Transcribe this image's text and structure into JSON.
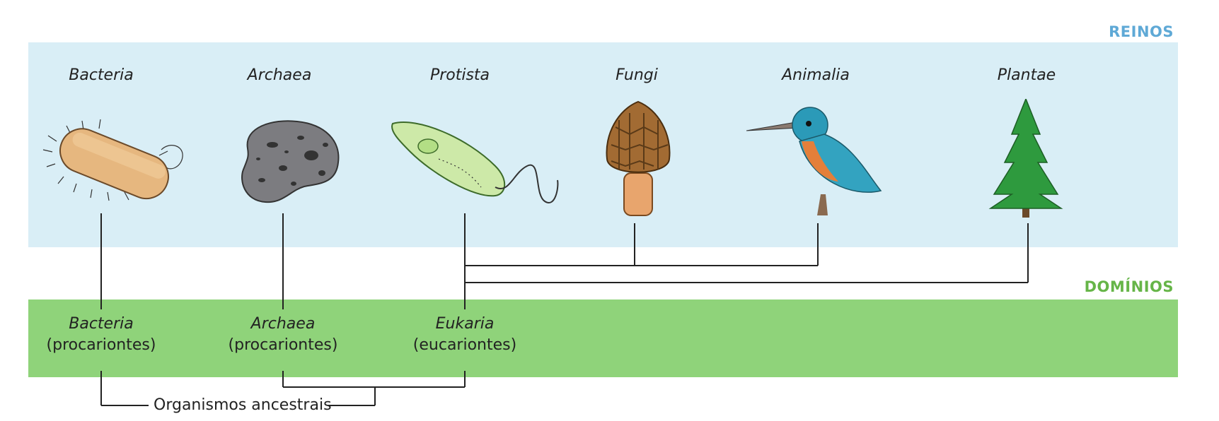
{
  "reinos_title": "REINOS",
  "dominios_title": "DOMÍNIOS",
  "kingdoms": [
    "Bacteria",
    "Archaea",
    "Protista",
    "Fungi",
    "Animalia",
    "Plantae"
  ],
  "domains": [
    {
      "name": "Bacteria",
      "type": "(procariontes)"
    },
    {
      "name": "Archaea",
      "type": "(procariontes)"
    },
    {
      "name": "Eukaria",
      "type": "(eucariontes)"
    }
  ],
  "ancestral_label": "Organismos ancestrais",
  "colors": {
    "reinos_band": "#d9eef6",
    "dominios_band": "#8fd37a",
    "reinos_title": "#5fa9d6",
    "dominios_title": "#66b548"
  },
  "illustrations": [
    "bacterium",
    "archaeon",
    "euglena",
    "morel-mushroom",
    "kingfisher",
    "fir-tree"
  ]
}
